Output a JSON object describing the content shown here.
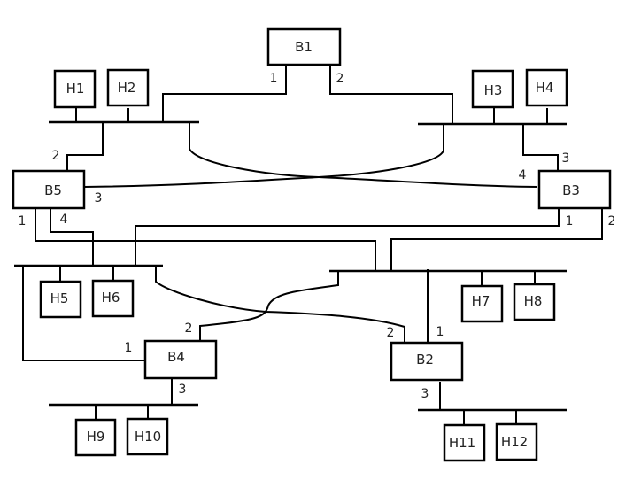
{
  "diagram": {
    "type": "network-topology",
    "bridges": [
      {
        "id": "B1",
        "label": "B1"
      },
      {
        "id": "B2",
        "label": "B2"
      },
      {
        "id": "B3",
        "label": "B3"
      },
      {
        "id": "B4",
        "label": "B4"
      },
      {
        "id": "B5",
        "label": "B5"
      }
    ],
    "hosts": [
      {
        "id": "H1",
        "label": "H1"
      },
      {
        "id": "H2",
        "label": "H2"
      },
      {
        "id": "H3",
        "label": "H3"
      },
      {
        "id": "H4",
        "label": "H4"
      },
      {
        "id": "H5",
        "label": "H5"
      },
      {
        "id": "H6",
        "label": "H6"
      },
      {
        "id": "H7",
        "label": "H7"
      },
      {
        "id": "H8",
        "label": "H8"
      },
      {
        "id": "H9",
        "label": "H9"
      },
      {
        "id": "H10",
        "label": "H10"
      },
      {
        "id": "H11",
        "label": "H11"
      },
      {
        "id": "H12",
        "label": "H12"
      }
    ],
    "ports": {
      "B1": [
        "1",
        "2"
      ],
      "B2": [
        "1",
        "2",
        "3"
      ],
      "B3": [
        "1",
        "2",
        "3",
        "4"
      ],
      "B4": [
        "1",
        "2",
        "3"
      ],
      "B5": [
        "1",
        "2",
        "3",
        "4"
      ]
    },
    "segments": [
      {
        "id": "LAN-A",
        "hosts": [
          "H1",
          "H2"
        ],
        "bridge_ports": [
          "B1.1",
          "B5.2",
          "B3.4"
        ]
      },
      {
        "id": "LAN-B",
        "hosts": [
          "H3",
          "H4"
        ],
        "bridge_ports": [
          "B1.2",
          "B3.3",
          "B5.3"
        ]
      },
      {
        "id": "LAN-C",
        "hosts": [
          "H5",
          "H6"
        ],
        "bridge_ports": [
          "B5.4",
          "B3.1",
          "B4.1",
          "B2.2"
        ]
      },
      {
        "id": "LAN-D",
        "hosts": [
          "H7",
          "H8"
        ],
        "bridge_ports": [
          "B5.1",
          "B3.2",
          "B2.1",
          "B4.2"
        ]
      },
      {
        "id": "LAN-E",
        "hosts": [
          "H9",
          "H10"
        ],
        "bridge_ports": [
          "B4.3"
        ]
      },
      {
        "id": "LAN-F",
        "hosts": [
          "H11",
          "H12"
        ],
        "bridge_ports": [
          "B2.3"
        ]
      }
    ]
  }
}
